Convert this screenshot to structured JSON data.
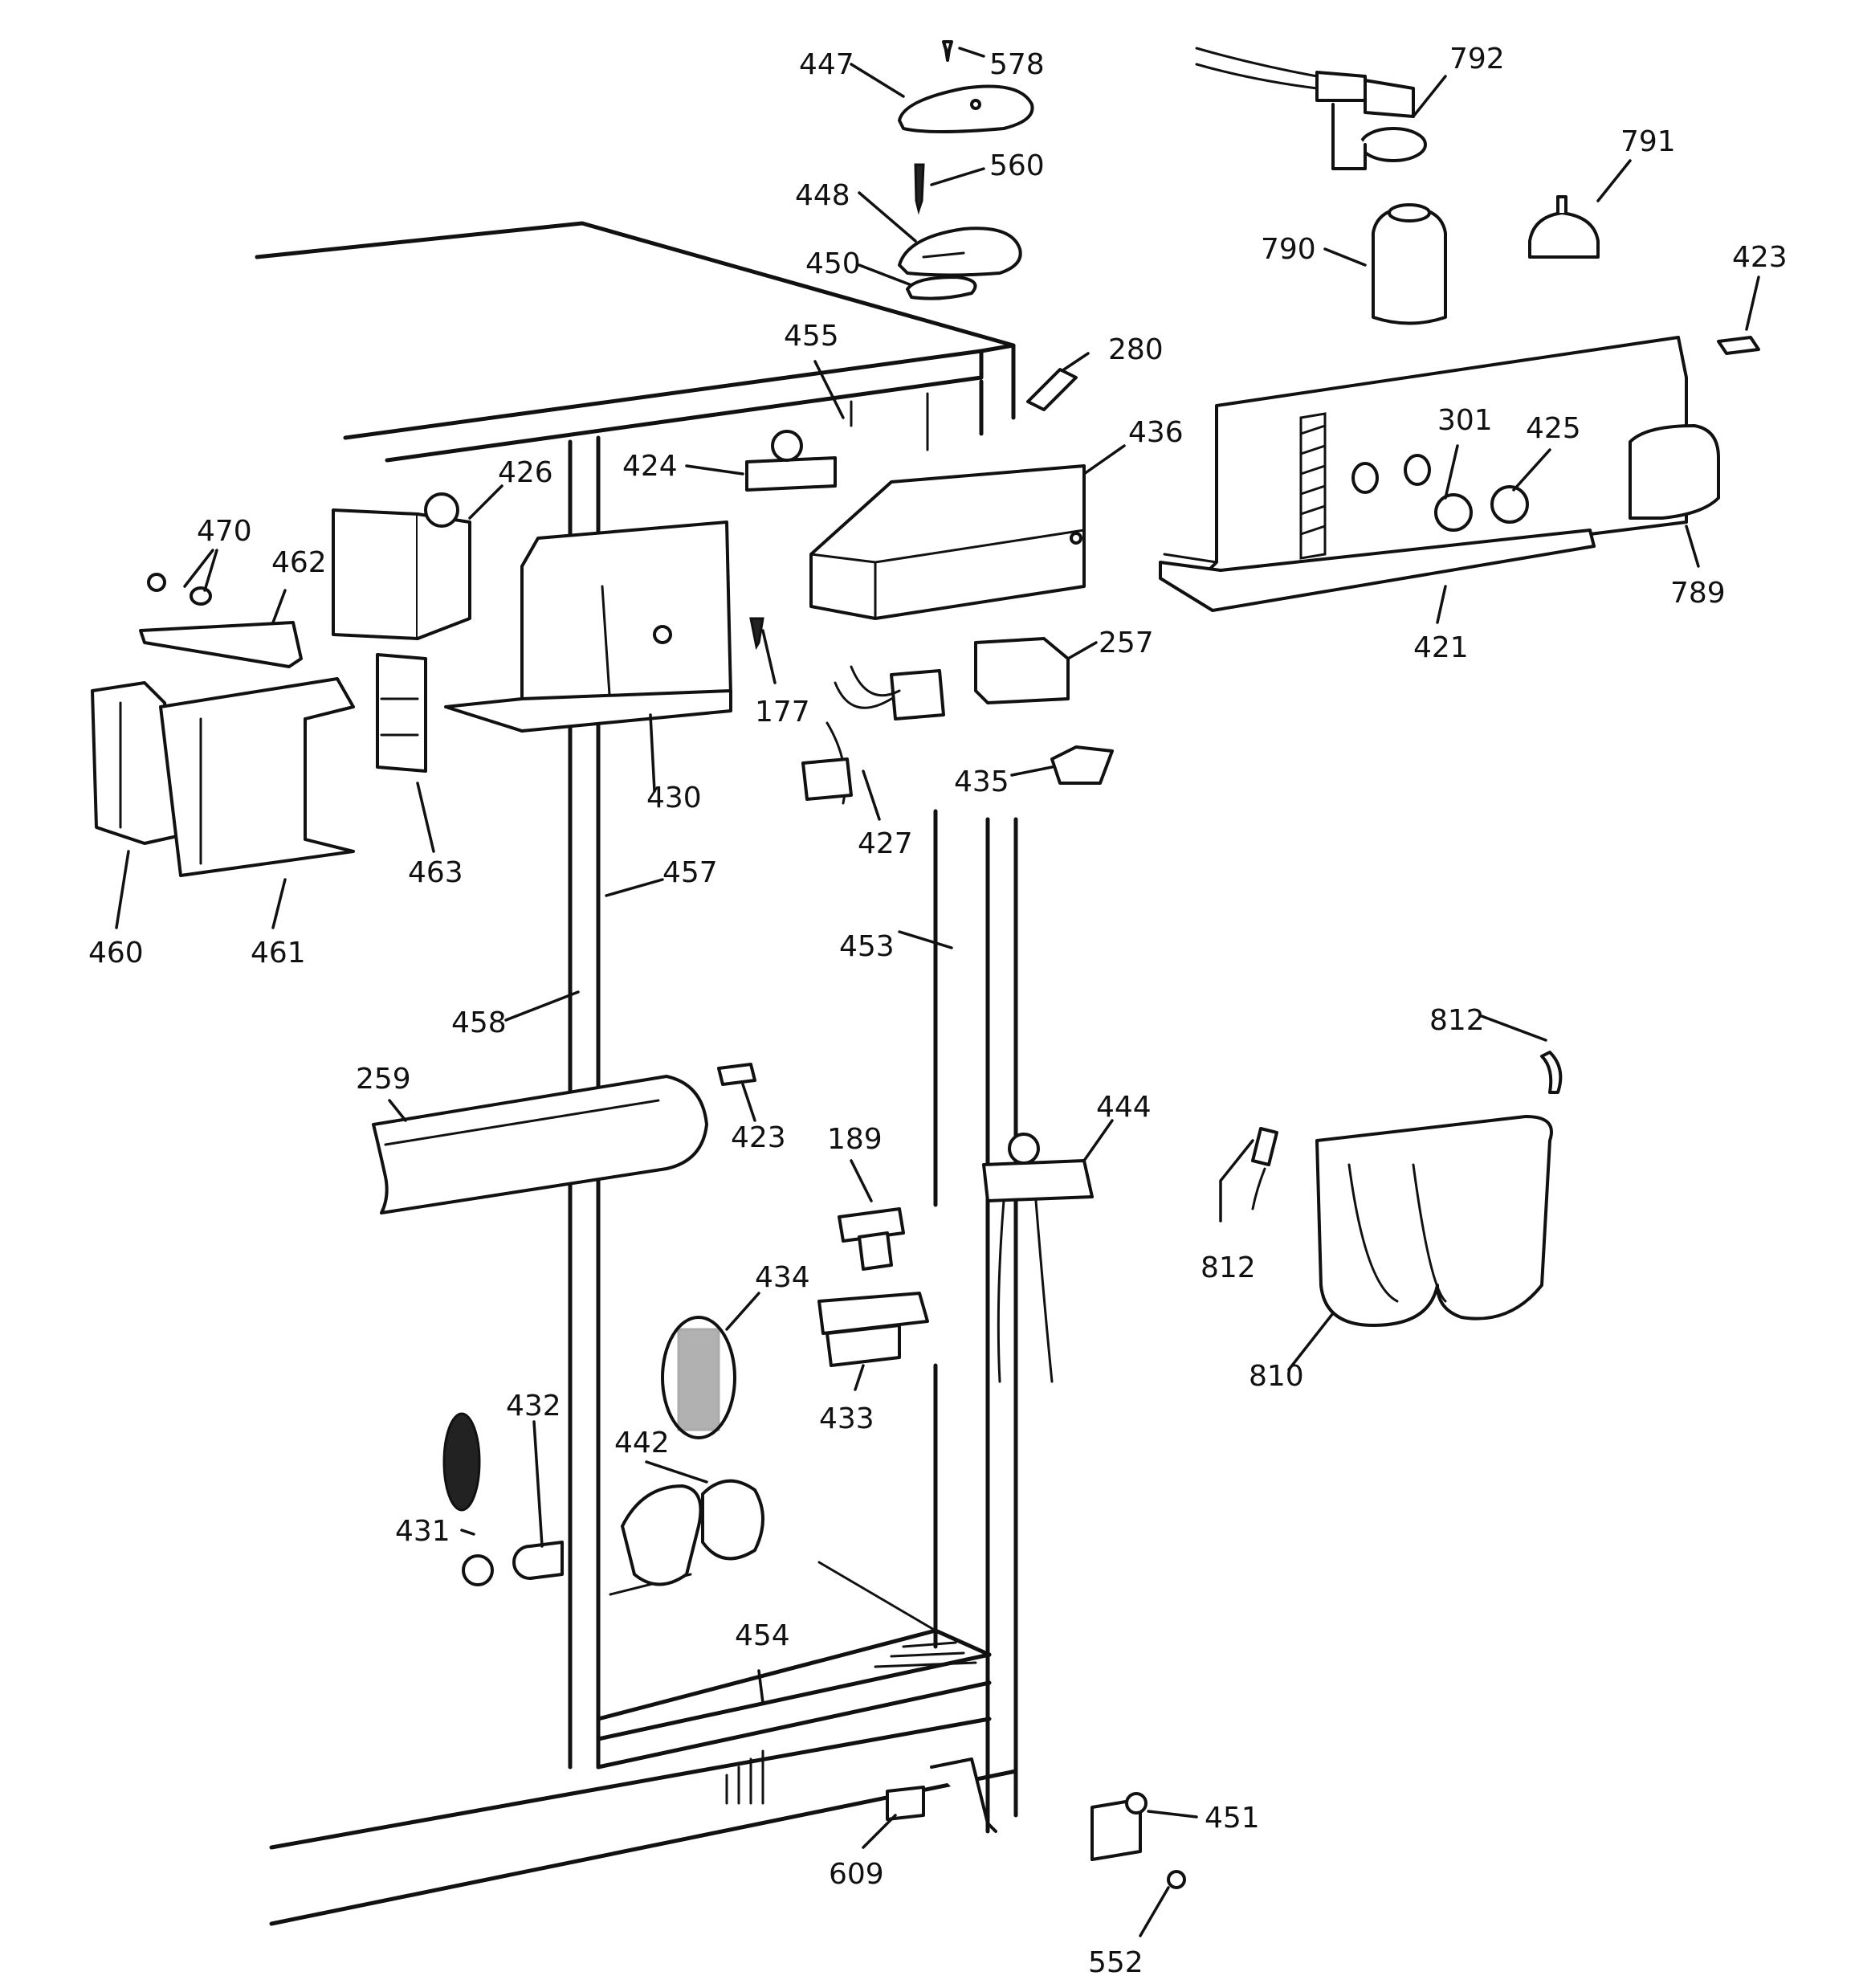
{
  "callouts": {
    "c447": "447",
    "c578": "578",
    "c560": "560",
    "c448": "448",
    "c450": "450",
    "c792": "792",
    "c791": "791",
    "c790": "790",
    "c423a": "423",
    "c280": "280",
    "c455": "455",
    "c436": "436",
    "c424": "424",
    "c426": "426",
    "c470": "470",
    "c462": "462",
    "c301": "301",
    "c425": "425",
    "c789": "789",
    "c421": "421",
    "c177": "177",
    "c257": "257",
    "c430": "430",
    "c435": "435",
    "c427": "427",
    "c463": "463",
    "c460": "460",
    "c461": "461",
    "c457": "457",
    "c453": "453",
    "c458": "458",
    "c812a": "812",
    "c259": "259",
    "c423b": "423",
    "c189": "189",
    "c444": "444",
    "c812b": "812",
    "c810": "810",
    "c434": "434",
    "c433": "433",
    "c432": "432",
    "c442": "442",
    "c431": "431",
    "c454": "454",
    "c451": "451",
    "c609": "609",
    "c552": "552"
  },
  "colors": {
    "line": "#111111",
    "background": "#ffffff"
  }
}
